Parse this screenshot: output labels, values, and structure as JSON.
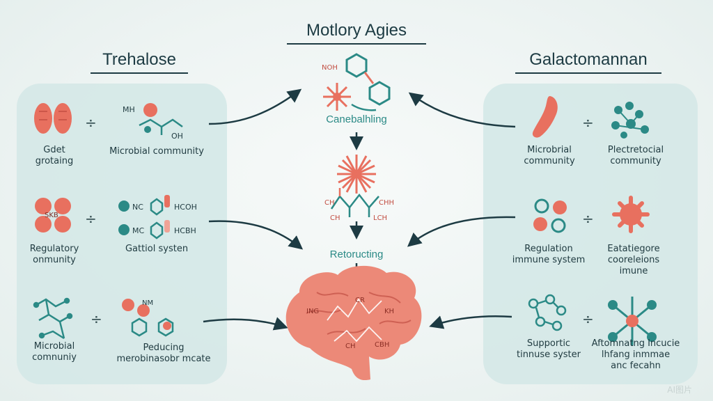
{
  "title_center": "Motlory Agies",
  "title_left": "Trehalose",
  "title_right": "Galactomannan",
  "center": {
    "stage1": "Canebalhling",
    "stage2": "Retoructing",
    "mol_top_texts": [
      "NOH"
    ],
    "mol_mid_texts": [
      "CH",
      "CHH",
      "CH",
      "LCH"
    ],
    "brain_texts": [
      "ING",
      "CR",
      "KH",
      "CH",
      "CBH"
    ]
  },
  "left": {
    "rows": [
      {
        "a": "Gdet\ngrotaing",
        "b": "Microbial community",
        "chem": [
          "MH",
          "OH"
        ]
      },
      {
        "a": "Regulatory\nonmunity",
        "b": "Gattiol systen",
        "chem": [
          "NC",
          "HCOH",
          "MC",
          "HCBH"
        ],
        "inner": "SKB"
      },
      {
        "a": "Microbial\ncomnuniy",
        "b": "Peducing\nmerobinasobr mcate",
        "chem": [
          "NM"
        ]
      }
    ]
  },
  "right": {
    "rows": [
      {
        "a": "Microbrial\ncommunity",
        "b": "Plectretocial\ncommunity"
      },
      {
        "a": "Regulation\nimmune system",
        "b": "Eatatiegore\ncooreleions\nimune"
      },
      {
        "a": "Supportic\ntinnuse syster",
        "b": "Aftomnatng Incucie\nlhfang inmmae\nanc fecahn"
      }
    ]
  },
  "divider": "÷",
  "watermark": "AI图片",
  "colors": {
    "coral": "#e8705f",
    "teal": "#2b8a86",
    "navy": "#1d3b43",
    "panel": "#d5e8e7"
  }
}
